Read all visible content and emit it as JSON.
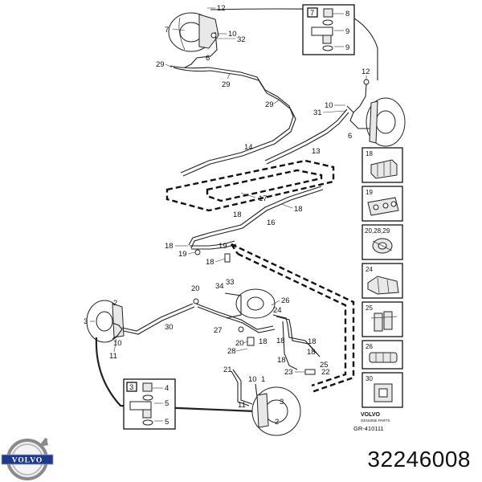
{
  "part_number": "32246008",
  "brand": "VOLVO",
  "catalog": {
    "brand_small": "VOLVO",
    "subtitle": "GENUINE PARTS",
    "code": "GR-410111"
  },
  "callouts": {
    "c12a": "12",
    "c7a": "7",
    "c10a": "10",
    "c32": "32",
    "c6a": "6",
    "c29a": "29",
    "c29b": "29",
    "c29c": "29",
    "c12b": "12",
    "c10b": "10",
    "c31": "31",
    "c6b": "6",
    "c14": "14",
    "c13": "13",
    "c17": "17",
    "c18a": "18",
    "c18b": "18",
    "c16": "16",
    "c18c": "18",
    "c19a": "19",
    "c19b": "19",
    "c18d": "18",
    "c20a": "20",
    "c34": "34",
    "c33": "33",
    "c26": "26",
    "c24": "24",
    "c2a": "2",
    "c3a": "3",
    "c30": "30",
    "c27": "27",
    "c10c": "10",
    "c11a": "11",
    "c18e": "18",
    "c20b": "20",
    "c28": "28",
    "c18f": "18",
    "c18g": "18",
    "c18h": "18",
    "c25": "25",
    "c22": "22",
    "c23": "23",
    "c21": "21",
    "c10d": "10",
    "c1": "1",
    "c11b": "11",
    "c3b": "3",
    "c2b": "2"
  },
  "detail_top": {
    "id": "7",
    "n1": "8",
    "n2": "9",
    "n3": "9"
  },
  "detail_bottom": {
    "id": "3",
    "n1": "4",
    "n2": "5",
    "n3": "5"
  },
  "side_panels": [
    {
      "label": "18"
    },
    {
      "label": "19"
    },
    {
      "label": "20,28,29"
    },
    {
      "label": "24"
    },
    {
      "label": "25"
    },
    {
      "label": "26"
    },
    {
      "label": "30"
    }
  ],
  "icons": {
    "logo": "volvo-logo-icon"
  }
}
